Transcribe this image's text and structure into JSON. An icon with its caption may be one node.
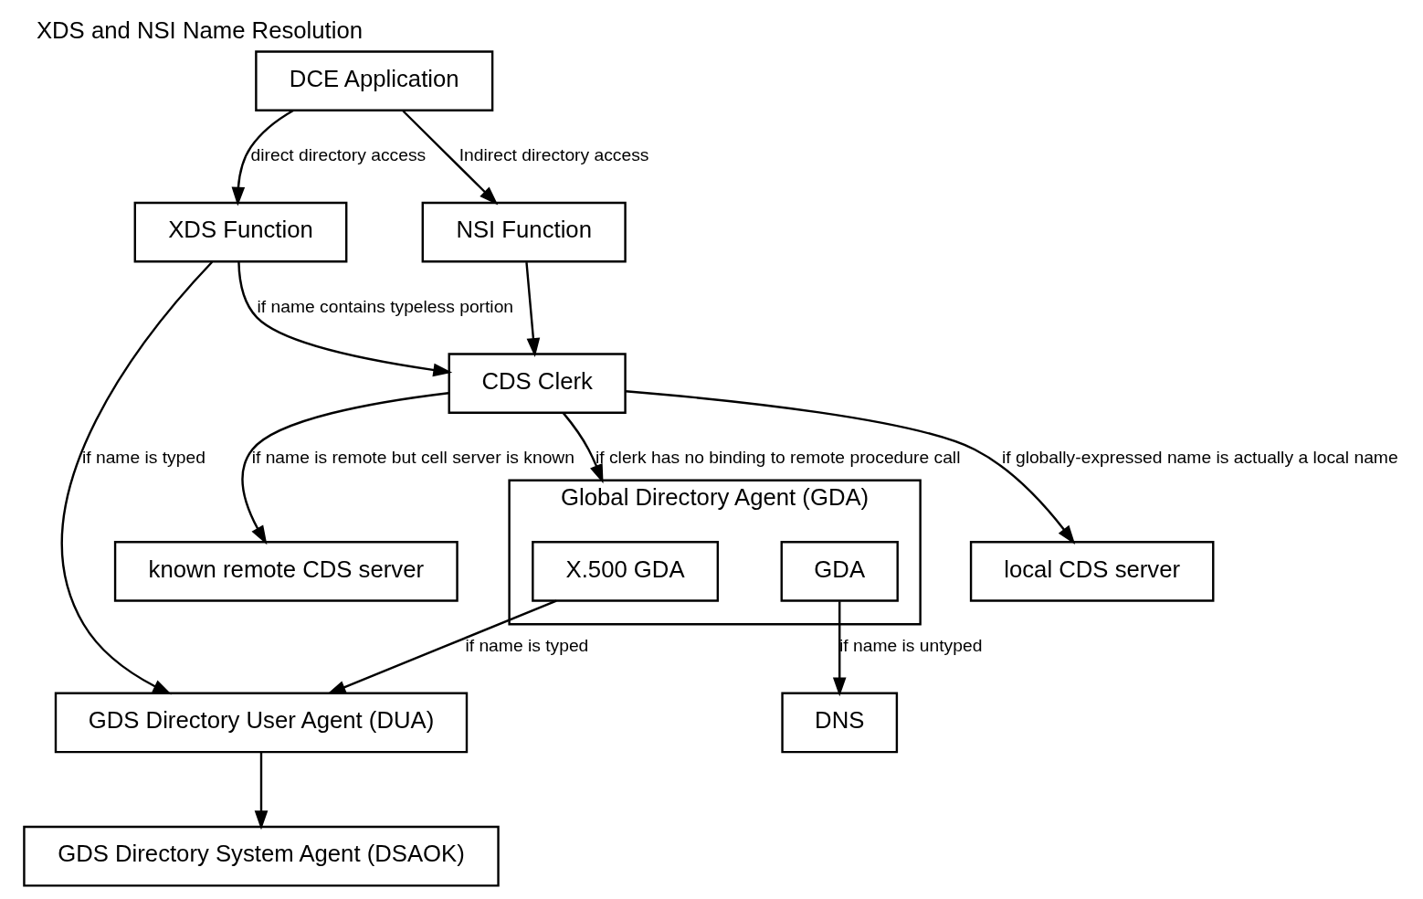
{
  "diagram": {
    "title": "XDS and NSI Name Resolution",
    "nodes": [
      {
        "text": [
          "DCE Application"
        ]
      },
      {
        "text": [
          "XDS Function"
        ]
      },
      {
        "text": [
          "NSI Function"
        ]
      },
      {
        "text": [
          "GDS Directory User Agent (DUA)"
        ]
      },
      {
        "text": [
          "CDS Clerk"
        ]
      },
      {
        "text": [
          "known remote CDS server"
        ]
      },
      {
        "text": [
          "GDS Directory System Agent (DSAOK)"
        ]
      },
      {
        "text": [
          "Global Directory Agent (GDA)"
        ]
      },
      {
        "text": [
          "X.500 GDA"
        ],
        "in": 7
      },
      {
        "text": [
          "GDA"
        ],
        "in": 7
      },
      {
        "text": [
          "local CDS server"
        ]
      },
      {
        "text": [
          "DNS"
        ]
      }
    ],
    "edges": [
      {
        "from": 0,
        "to": 1,
        "arrow": "to",
        "label": "direct directory access"
      },
      {
        "from": 0,
        "to": 2,
        "arrow": "to",
        "label": "Indirect directory access"
      },
      {
        "from": 1,
        "to": 3,
        "arrow": "to",
        "label": "if name is typed"
      },
      {
        "from": 1,
        "to": 4,
        "arrow": "to",
        "label": "if name contains typeless portion"
      },
      {
        "from": 2,
        "to": 4,
        "arrow": "to"
      },
      {
        "from": 4,
        "to": 5,
        "arrow": "to",
        "label": "if name is remote but cell server is known"
      },
      {
        "from": 4,
        "to": 10,
        "arrow": "to",
        "label": "if globally-expressed name is actually a local name"
      },
      {
        "from": 3,
        "to": 6,
        "arrow": "to"
      },
      {
        "from": 4,
        "to": 7,
        "arrow": "to",
        "label": "if clerk has no binding to remote procedure call"
      },
      {
        "from": 8,
        "to": 3,
        "arrow": "to",
        "label": "if name is typed"
      },
      {
        "from": 9,
        "to": 11,
        "arrow": "to",
        "label": "if name is untyped"
      }
    ]
  }
}
